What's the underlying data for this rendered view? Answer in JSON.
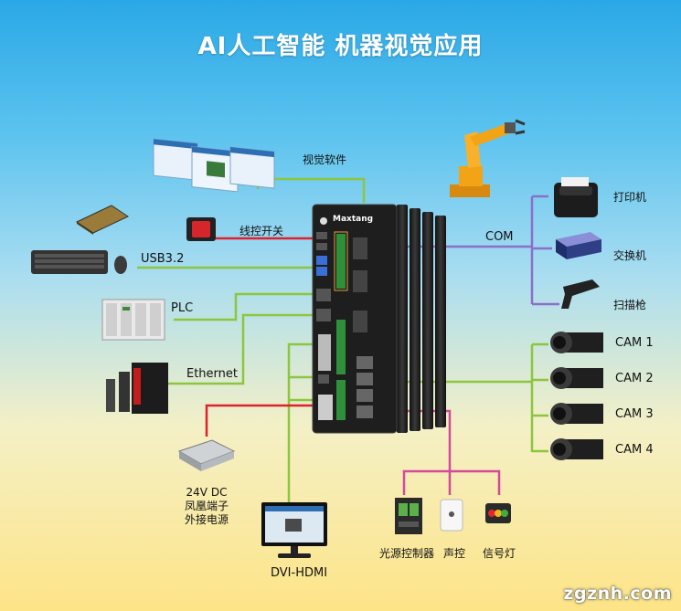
{
  "title": "AI人工智能 机器视觉应用",
  "center_device": {
    "brand": "Maxtang"
  },
  "left_labels": {
    "vision_software": "视觉软件",
    "wired_switch": "线控开关",
    "usb": "USB3.2",
    "plc": "PLC",
    "ethernet": "Ethernet",
    "power_line1": "24V DC",
    "power_line2": "凤凰端子",
    "power_line3": "外接电源",
    "display": "DVI-HDMI"
  },
  "right_labels": {
    "com": "COM",
    "printer": "打印机",
    "switch": "交换机",
    "scanner": "扫描枪",
    "cameras": [
      "CAM 1",
      "CAM 2",
      "CAM 3",
      "CAM 4"
    ]
  },
  "bottom_labels": {
    "light_controller": "光源控制器",
    "buzzer": "声控",
    "signal_light": "信号灯"
  },
  "watermark": "zgznh.com",
  "colors": {
    "green_wire": "#8cc63f",
    "red_wire": "#e0202a",
    "purple_wire": "#8c6fc7",
    "pink_wire": "#d44a9a"
  }
}
